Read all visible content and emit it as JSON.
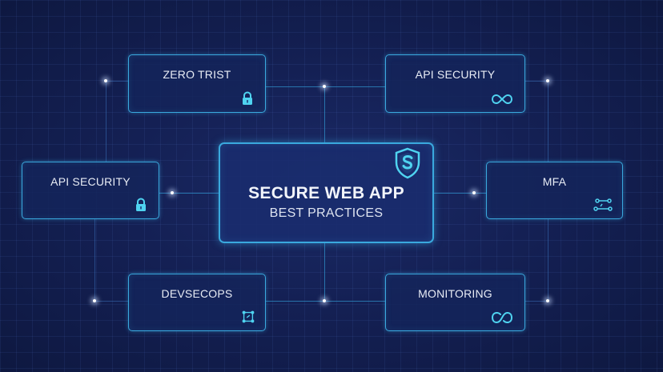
{
  "diagram": {
    "center": {
      "title": "SECURE WEB APP",
      "subtitle": "BEST PRACTICES",
      "icon": "shield-s-icon"
    },
    "cards": [
      {
        "id": "top-left",
        "label": "ZERO TRIST",
        "icon": "lock-icon"
      },
      {
        "id": "top-right",
        "label": "API SECURITY",
        "icon": "infinity-link-icon"
      },
      {
        "id": "middle-left",
        "label": "API SECURITY",
        "icon": "lock-icon"
      },
      {
        "id": "middle-right",
        "label": "MFA",
        "icon": "node-graph-icon"
      },
      {
        "id": "bottom-left",
        "label": "DEVSECOPS",
        "icon": "network-nodes-icon"
      },
      {
        "id": "bottom-right",
        "label": "MONITORING",
        "icon": "open-loop-icon"
      }
    ],
    "colors": {
      "background": "#142054",
      "accent": "#3aa9de",
      "icon": "#4fd3f0",
      "text": "#e8ecf5"
    }
  }
}
